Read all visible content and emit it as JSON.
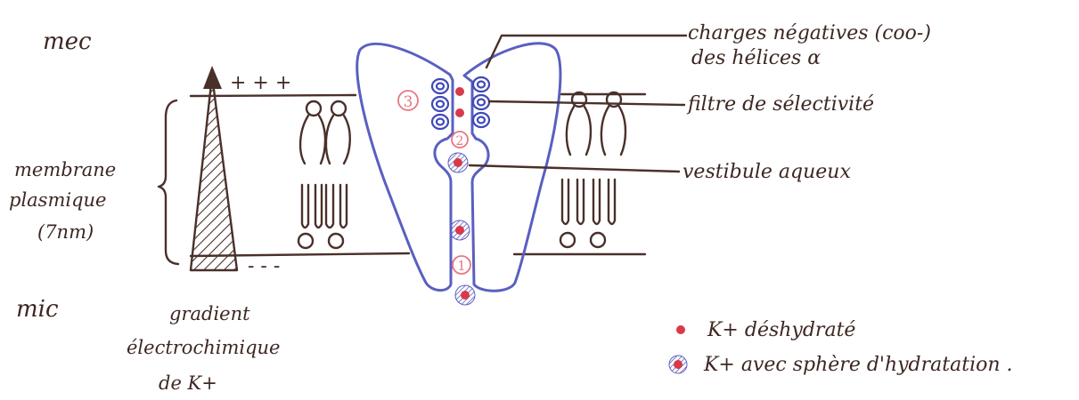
{
  "labels": {
    "mec": "mec",
    "mic": "mic",
    "membrane_line1": "membrane",
    "membrane_line2": "plasmique",
    "membrane_line3": "(7nm)",
    "gradient_line1": "gradient",
    "gradient_line2": "électrochimique",
    "gradient_line3": "de K+",
    "plus_signs": "+ + +",
    "minus_signs": "- - -",
    "charges_line1": "charges négatives (coo-)",
    "charges_line2": "des hélices α",
    "filtre": "filtre de sélectivité",
    "vestibule": "vestibule aqueux",
    "site_1": "1",
    "site_2": "2",
    "site_3": "3"
  },
  "legend": {
    "dehydrated": "K+ déshydraté",
    "hydrated": "K+ avec sphère d'hydratation ."
  },
  "colors": {
    "ink_brown": "#4a302a",
    "channel_blue": "#5a5fc0",
    "ion_red": "#d83a4a",
    "number_pink": "#e77782"
  }
}
